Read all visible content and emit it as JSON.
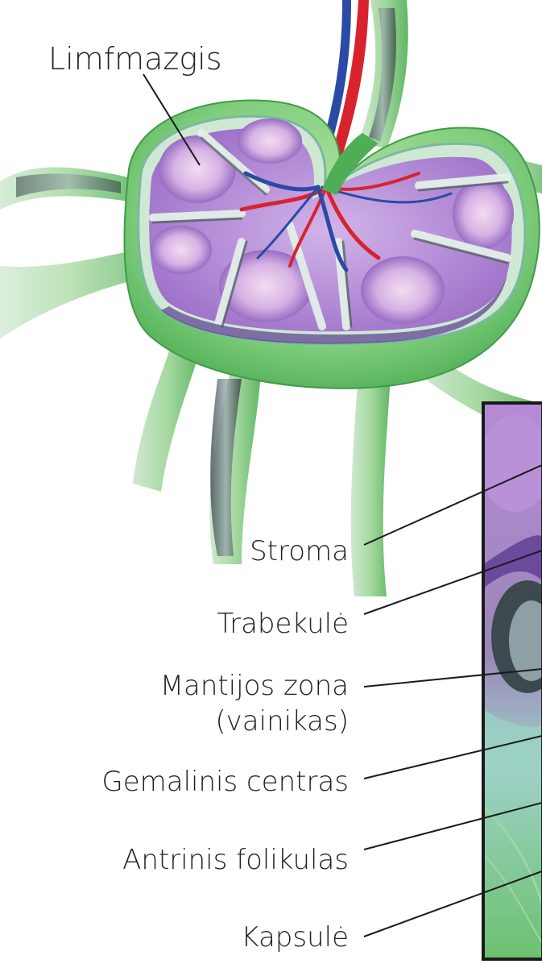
{
  "labels": {
    "lymph_node": "Limfmazgis",
    "stroma": "Stroma",
    "trabecula": "Trabekulė",
    "mantle_zone_line1": "Mantijos zona",
    "mantle_zone_line2": "(vainikas)",
    "germinal_center": "Gemalinis centras",
    "secondary_follicle": "Antrinis folikulas",
    "capsule": "Kapsulė"
  },
  "colors": {
    "capsule_green": "#8fd18a",
    "capsule_green_dark": "#4fae55",
    "tissue_purple": "#b48cd6",
    "tissue_purple_dark": "#6d3f9e",
    "germinal_pink": "#e6c7ee",
    "artery_red": "#d8232f",
    "vein_blue": "#2a4aa6",
    "sinus_gray": "#5f6f74",
    "inset_frame": "#1a1a1a"
  }
}
